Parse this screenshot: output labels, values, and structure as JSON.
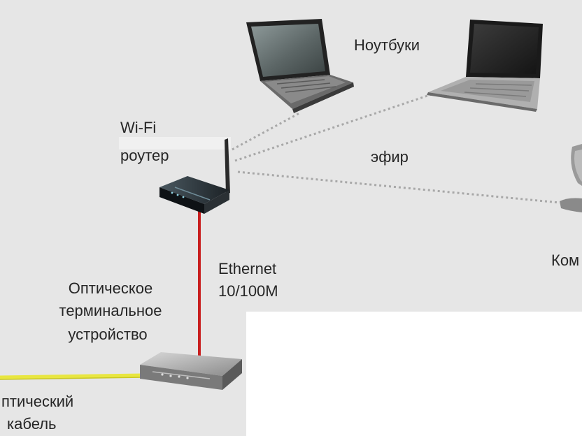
{
  "labels": {
    "laptops": "Ноутбуки",
    "wifi": "Wi-Fi",
    "router": "роутер",
    "air": "эфир",
    "computer_partial": "Ком",
    "ethernet": "Ethernet",
    "speed": "10/100M",
    "ont_line1": "Оптическое",
    "ont_line2": "терминальное",
    "ont_line3": "устройство",
    "fiber_line1": "птический",
    "fiber_line2": "кабель"
  },
  "colors": {
    "background": "#e6e6e6",
    "ethernet_cable": "#c81e1e",
    "fiber_cable": "#e8e640",
    "wireless_link": "#a8a8a8",
    "text": "#262626"
  },
  "icons": {
    "laptop_1": "laptop-open-icon",
    "laptop_2": "laptop-open-icon",
    "router": "wifi-router-icon",
    "ont": "optical-terminal-icon",
    "computer": "desktop-computer-icon"
  }
}
